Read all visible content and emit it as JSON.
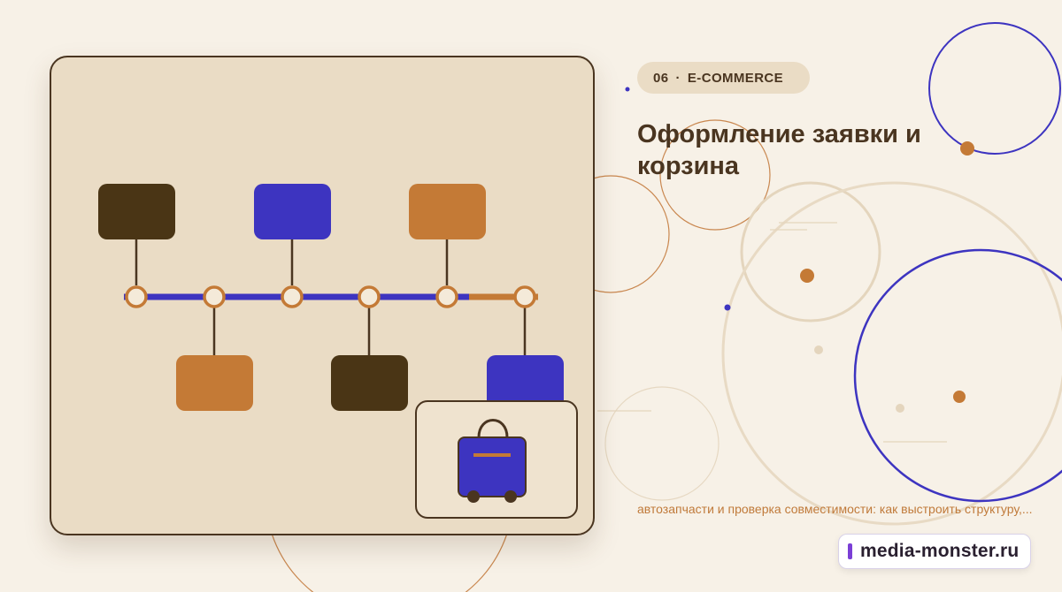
{
  "tag": {
    "number": "06",
    "separator": "·",
    "category": "E-COMMERCE"
  },
  "title": "Оформление заявки и корзина",
  "subtitle": "автозапчасти и проверка совместимости: как выстроить структуру,...",
  "brand": {
    "name": "media-monster.ru"
  },
  "illustration": {
    "icon": "shopping-bag-icon"
  },
  "colors": {
    "background": "#f7f1e7",
    "card": "#eadcc5",
    "dark_brown": "#4a3520",
    "blue": "#3d34c0",
    "orange": "#c47a36",
    "brand_accent": "#7b3fd6"
  }
}
